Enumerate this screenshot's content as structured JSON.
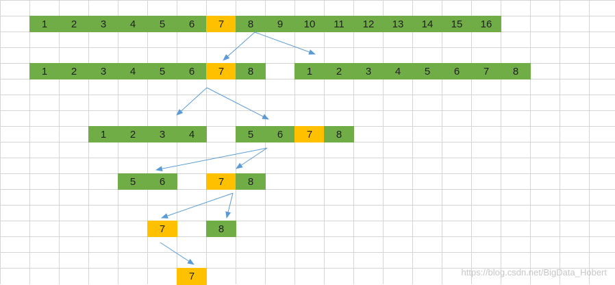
{
  "colors": {
    "green": "#70ad47",
    "orange": "#ffc000",
    "grid": "#d4d4d4",
    "arrow": "#5b9bd5",
    "text": "#1f1f1f"
  },
  "rows": [
    {
      "name": "row-1",
      "cells": [
        {
          "label": "1",
          "fill": "green"
        },
        {
          "label": "2",
          "fill": "green"
        },
        {
          "label": "3",
          "fill": "green"
        },
        {
          "label": "4",
          "fill": "green"
        },
        {
          "label": "5",
          "fill": "green"
        },
        {
          "label": "6",
          "fill": "green"
        },
        {
          "label": "7",
          "fill": "orange"
        },
        {
          "label": "8",
          "fill": "green"
        },
        {
          "label": "9",
          "fill": "green"
        },
        {
          "label": "10",
          "fill": "green"
        },
        {
          "label": "11",
          "fill": "green"
        },
        {
          "label": "12",
          "fill": "green"
        },
        {
          "label": "13",
          "fill": "green"
        },
        {
          "label": "14",
          "fill": "green"
        },
        {
          "label": "15",
          "fill": "green"
        },
        {
          "label": "16",
          "fill": "green"
        }
      ]
    },
    {
      "name": "row-2-left",
      "cells": [
        {
          "label": "1",
          "fill": "green"
        },
        {
          "label": "2",
          "fill": "green"
        },
        {
          "label": "3",
          "fill": "green"
        },
        {
          "label": "4",
          "fill": "green"
        },
        {
          "label": "5",
          "fill": "green"
        },
        {
          "label": "6",
          "fill": "green"
        },
        {
          "label": "7",
          "fill": "orange"
        },
        {
          "label": "8",
          "fill": "green"
        }
      ]
    },
    {
      "name": "row-2-right",
      "cells": [
        {
          "label": "1",
          "fill": "green"
        },
        {
          "label": "2",
          "fill": "green"
        },
        {
          "label": "3",
          "fill": "green"
        },
        {
          "label": "4",
          "fill": "green"
        },
        {
          "label": "5",
          "fill": "green"
        },
        {
          "label": "6",
          "fill": "green"
        },
        {
          "label": "7",
          "fill": "green"
        },
        {
          "label": "8",
          "fill": "green"
        }
      ]
    },
    {
      "name": "row-3-left",
      "cells": [
        {
          "label": "1",
          "fill": "green"
        },
        {
          "label": "2",
          "fill": "green"
        },
        {
          "label": "3",
          "fill": "green"
        },
        {
          "label": "4",
          "fill": "green"
        }
      ]
    },
    {
      "name": "row-3-right",
      "cells": [
        {
          "label": "5",
          "fill": "green"
        },
        {
          "label": "6",
          "fill": "green"
        },
        {
          "label": "7",
          "fill": "orange"
        },
        {
          "label": "8",
          "fill": "green"
        }
      ]
    },
    {
      "name": "row-4-left",
      "cells": [
        {
          "label": "5",
          "fill": "green"
        },
        {
          "label": "6",
          "fill": "green"
        }
      ]
    },
    {
      "name": "row-4-right",
      "cells": [
        {
          "label": "7",
          "fill": "orange"
        },
        {
          "label": "8",
          "fill": "green"
        }
      ]
    },
    {
      "name": "row-5-left",
      "cells": [
        {
          "label": "7",
          "fill": "orange"
        }
      ]
    },
    {
      "name": "row-5-right",
      "cells": [
        {
          "label": "8",
          "fill": "green"
        }
      ]
    },
    {
      "name": "row-6",
      "cells": [
        {
          "label": "7",
          "fill": "orange"
        }
      ]
    }
  ],
  "watermark": "https://blog.csdn.net/BigData_Hobert"
}
